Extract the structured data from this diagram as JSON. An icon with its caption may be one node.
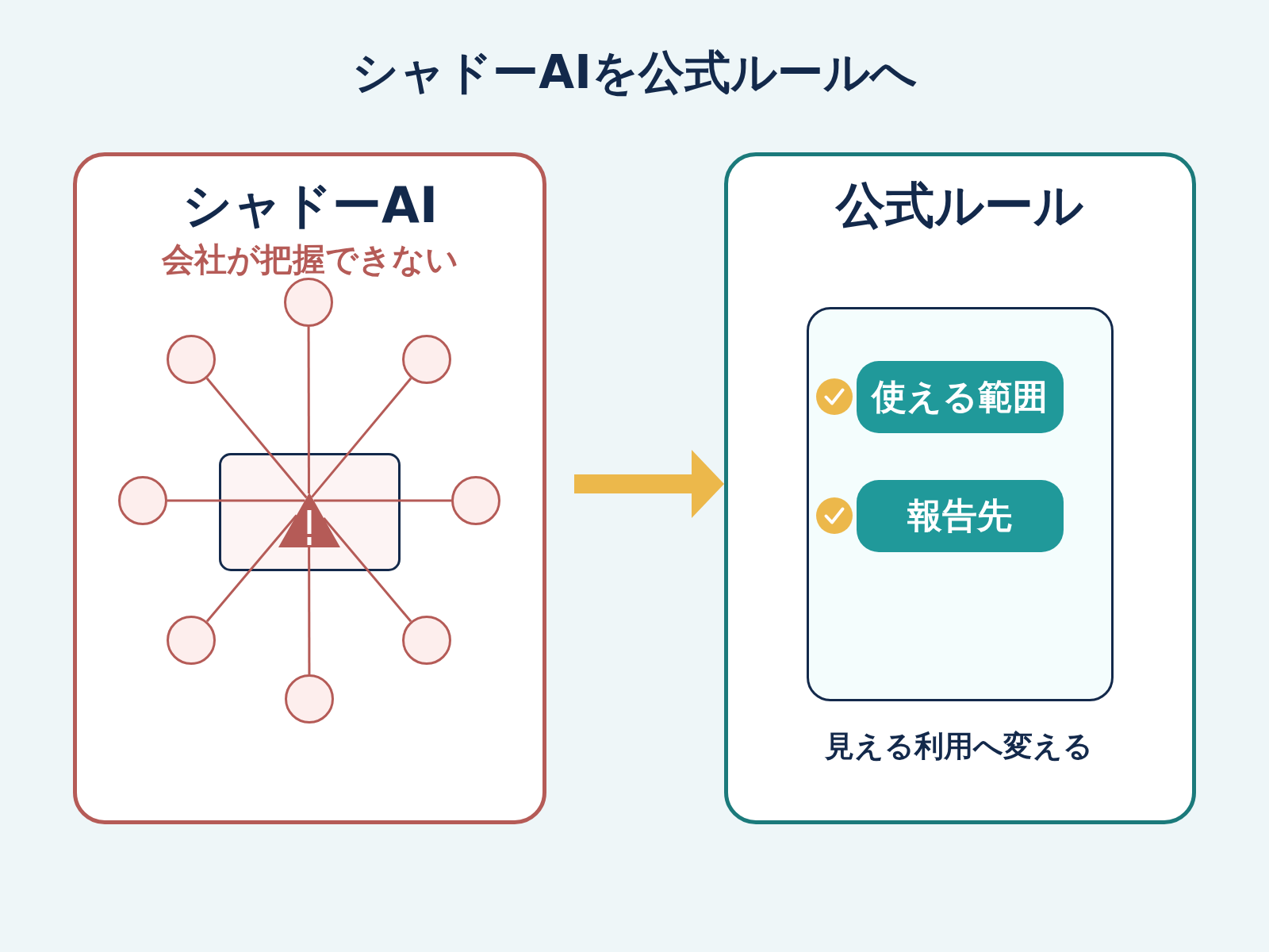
{
  "diagram": {
    "title": "シャドーAIを公式ルールへ",
    "nodes": [
      {
        "text": [
          "シャドーAI",
          "会社が把握できない"
        ]
      },
      {
        "text": [],
        "shape": "circle",
        "in": 0
      },
      {
        "text": [],
        "shape": "circle",
        "in": 0
      },
      {
        "text": [],
        "shape": "circle",
        "in": 0
      },
      {
        "text": [],
        "shape": "circle",
        "in": 0
      },
      {
        "text": [],
        "shape": "circle",
        "in": 0
      },
      {
        "text": [],
        "shape": "circle",
        "in": 0
      },
      {
        "text": [],
        "shape": "circle",
        "in": 0
      },
      {
        "text": [],
        "shape": "circle",
        "in": 0
      },
      {
        "text": [],
        "shape": "box",
        "in": 0
      },
      {
        "text": [],
        "shape": "triangle",
        "in": 9
      },
      {
        "text": [
          "公式ルール",
          "見える利用へ変える"
        ]
      },
      {
        "text": [],
        "shape": "box",
        "in": 11
      },
      {
        "text": [
          "使える範囲"
        ],
        "in": 12
      },
      {
        "text": [
          "報告先"
        ],
        "in": 12
      }
    ],
    "edges": [
      {
        "from": 10,
        "to": 1,
        "arrow": "none"
      },
      {
        "from": 10,
        "to": 2,
        "arrow": "none"
      },
      {
        "from": 10,
        "to": 3,
        "arrow": "none"
      },
      {
        "from": 10,
        "to": 4,
        "arrow": "none"
      },
      {
        "from": 10,
        "to": 5,
        "arrow": "none"
      },
      {
        "from": 10,
        "to": 6,
        "arrow": "none"
      },
      {
        "from": 10,
        "to": 7,
        "arrow": "none"
      },
      {
        "from": 10,
        "to": 8,
        "arrow": "none"
      },
      {
        "from": 0,
        "to": 11,
        "arrow": "to",
        "style": "thick",
        "color": "#ecb84b"
      }
    ]
  }
}
